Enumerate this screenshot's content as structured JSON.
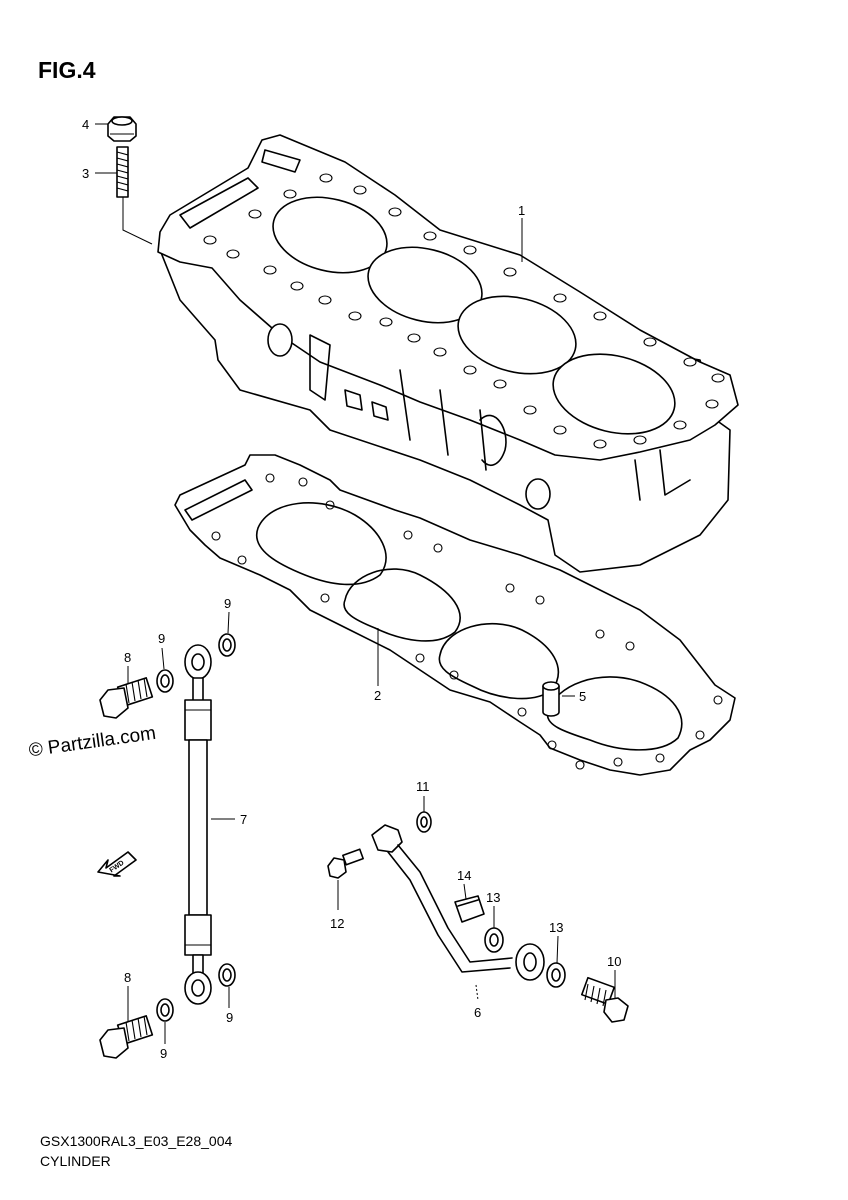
{
  "figure": {
    "title": "FIG.4",
    "code": "GSX1300RAL3_E03_E28_004",
    "name": "CYLINDER",
    "watermark": "© Partzilla.com",
    "fwd_badge": "FWD"
  },
  "callouts": [
    {
      "id": "c1",
      "text": "1"
    },
    {
      "id": "c2",
      "text": "2"
    },
    {
      "id": "c3",
      "text": "3"
    },
    {
      "id": "c4",
      "text": "4"
    },
    {
      "id": "c5",
      "text": "5"
    },
    {
      "id": "c6",
      "text": "6"
    },
    {
      "id": "c7",
      "text": "7"
    },
    {
      "id": "c8a",
      "text": "8"
    },
    {
      "id": "c8b",
      "text": "8"
    },
    {
      "id": "c9a",
      "text": "9"
    },
    {
      "id": "c9b",
      "text": "9"
    },
    {
      "id": "c9c",
      "text": "9"
    },
    {
      "id": "c9d",
      "text": "9"
    },
    {
      "id": "c10",
      "text": "10"
    },
    {
      "id": "c11",
      "text": "11"
    },
    {
      "id": "c12",
      "text": "12"
    },
    {
      "id": "c13a",
      "text": "13"
    },
    {
      "id": "c13b",
      "text": "13"
    },
    {
      "id": "c14",
      "text": "14"
    }
  ]
}
